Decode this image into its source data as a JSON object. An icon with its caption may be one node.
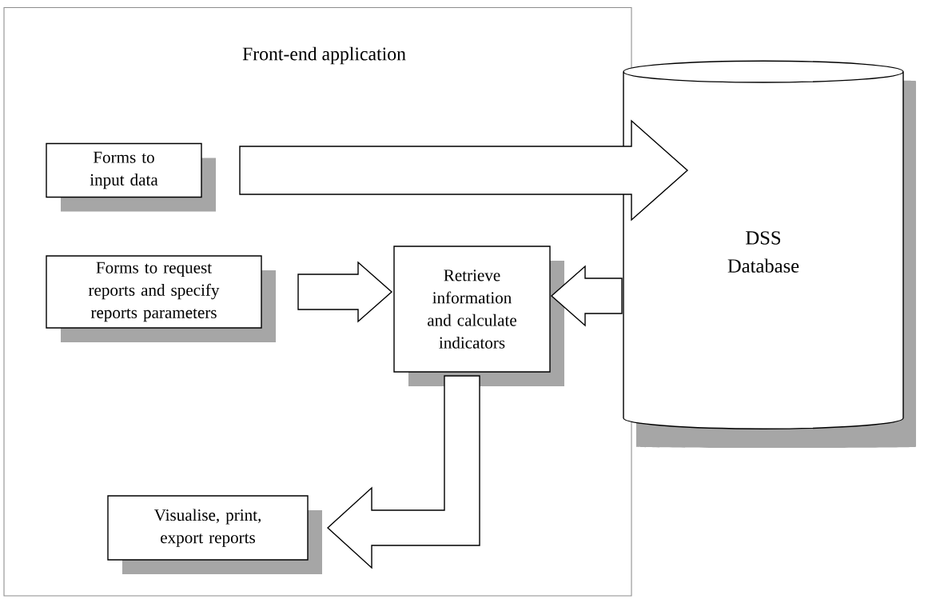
{
  "diagram": {
    "nodes": [
      {
        "text": [
          "Front-end application"
        ]
      },
      {
        "text": [
          "Forms to input data"
        ],
        "in": 0
      },
      {
        "text": [
          "Forms to request reports and specify reports parameters"
        ],
        "in": 0
      },
      {
        "text": [
          "Retrieve information and calculate indicators"
        ],
        "in": 0
      },
      {
        "text": [
          "Visualise, print, export reports"
        ],
        "in": 0
      },
      {
        "text": [
          "DSS Database"
        ]
      }
    ],
    "edges": [
      {
        "from": 1,
        "to": 5,
        "arrow": "to"
      },
      {
        "from": 2,
        "to": 3,
        "arrow": "to"
      },
      {
        "from": 5,
        "to": 3,
        "arrow": "to"
      },
      {
        "from": 3,
        "to": 4,
        "arrow": "to"
      }
    ]
  }
}
